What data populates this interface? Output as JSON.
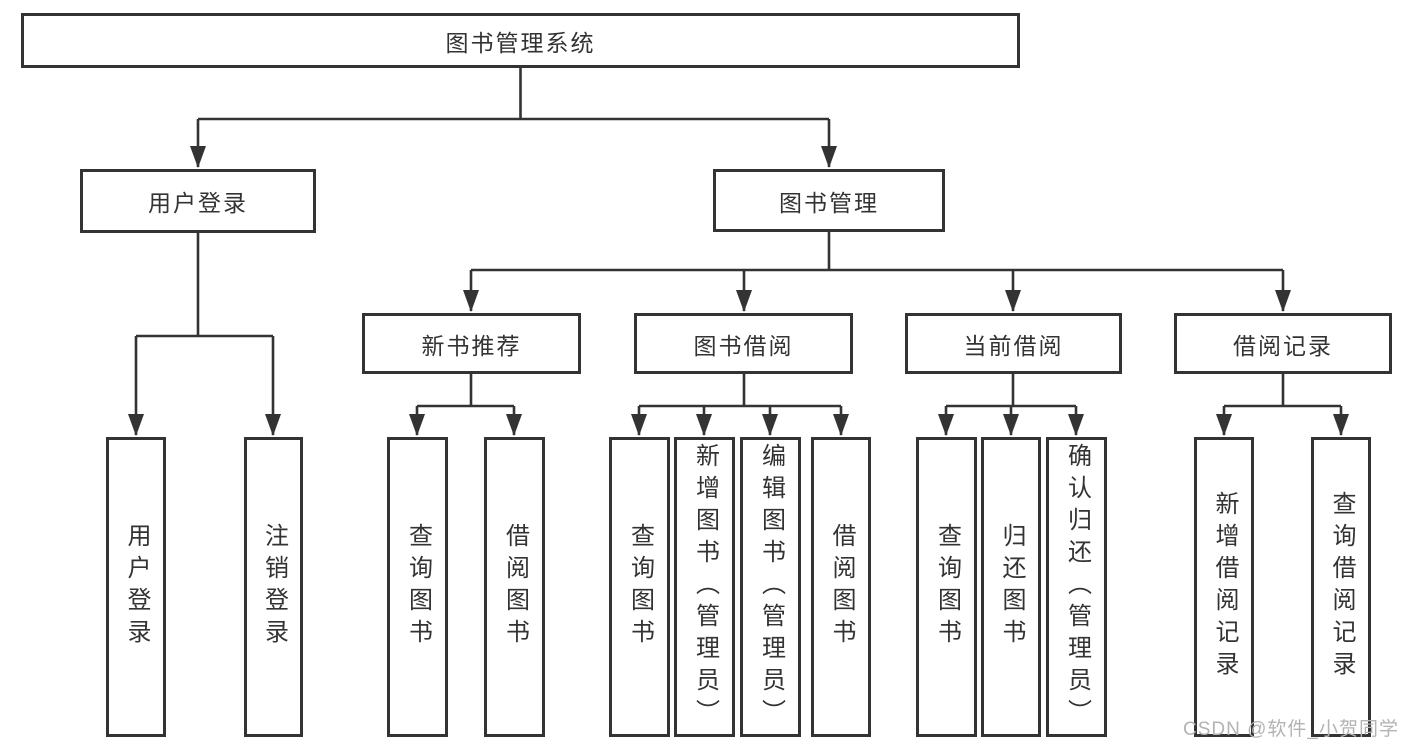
{
  "diagram": {
    "title": "图书管理系统",
    "colors": {
      "line": "#333333",
      "box_border": "#333333",
      "box_fill": "#ffffff",
      "text": "#333333",
      "watermark": "#b3b3b3",
      "background": "#ffffff"
    },
    "tree": {
      "label": "图书管理系统",
      "children": [
        {
          "label": "用户登录",
          "children": [
            {
              "label": "用户登录"
            },
            {
              "label": "注销登录"
            }
          ]
        },
        {
          "label": "图书管理",
          "children": [
            {
              "label": "新书推荐",
              "children": [
                {
                  "label": "查询图书"
                },
                {
                  "label": "借阅图书"
                }
              ]
            },
            {
              "label": "图书借阅",
              "children": [
                {
                  "label": "查询图书"
                },
                {
                  "label": "新增图书（管理员）"
                },
                {
                  "label": "编辑图书（管理员）"
                },
                {
                  "label": "借阅图书"
                }
              ]
            },
            {
              "label": "当前借阅",
              "children": [
                {
                  "label": "查询图书"
                },
                {
                  "label": "归还图书"
                },
                {
                  "label": "确认归还（管理员）"
                }
              ]
            },
            {
              "label": "借阅记录",
              "children": [
                {
                  "label": "新增借阅记录"
                },
                {
                  "label": "查询借阅记录"
                }
              ]
            }
          ]
        }
      ]
    },
    "watermark": {
      "text": "CSDN @软件_小贺同学"
    }
  }
}
